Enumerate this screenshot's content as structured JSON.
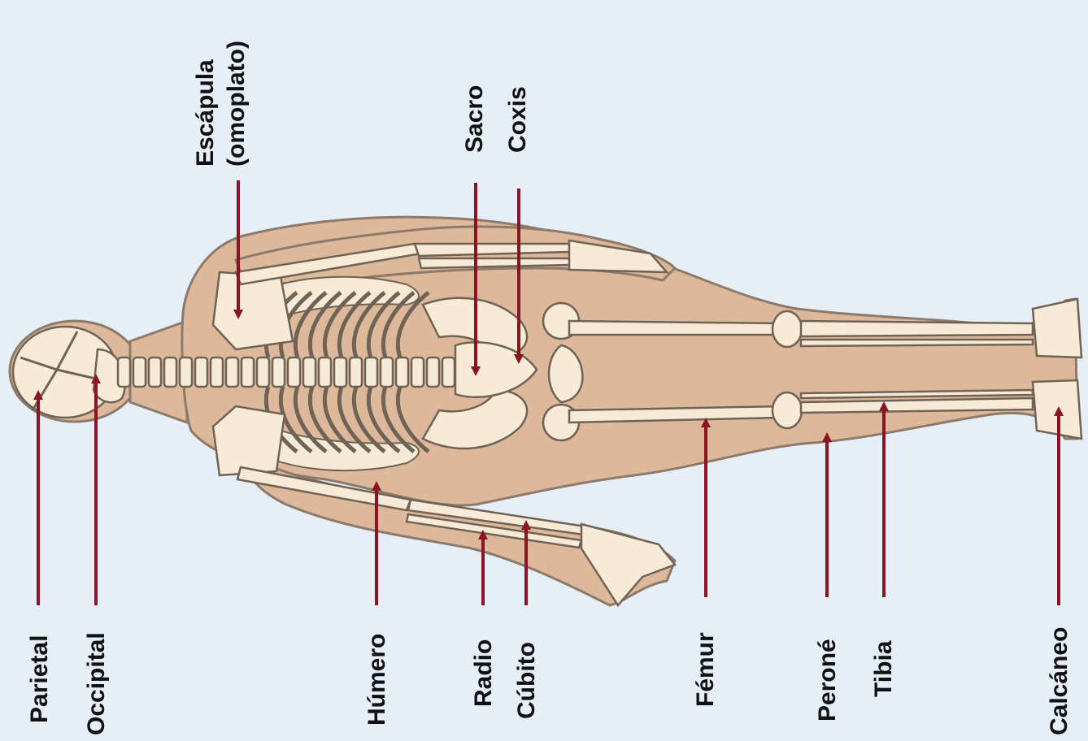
{
  "labels": {
    "parietal": "Parietal",
    "occipital": "Occipital",
    "escapula_line1": "Escápula",
    "escapula_line2": "(omoplato)",
    "humero": "Húmero",
    "sacro": "Sacro",
    "coxis": "Coxis",
    "radio": "Radio",
    "cubito": "Cúbito",
    "femur": "Fémur",
    "perone": "Peroné",
    "tibia": "Tibia",
    "calcaneo": "Calcáneo"
  },
  "colors": {
    "background": "#e6eef8",
    "flesh": "#ddb89a",
    "bone": "#f7ead6",
    "pointer": "#8a1424"
  }
}
